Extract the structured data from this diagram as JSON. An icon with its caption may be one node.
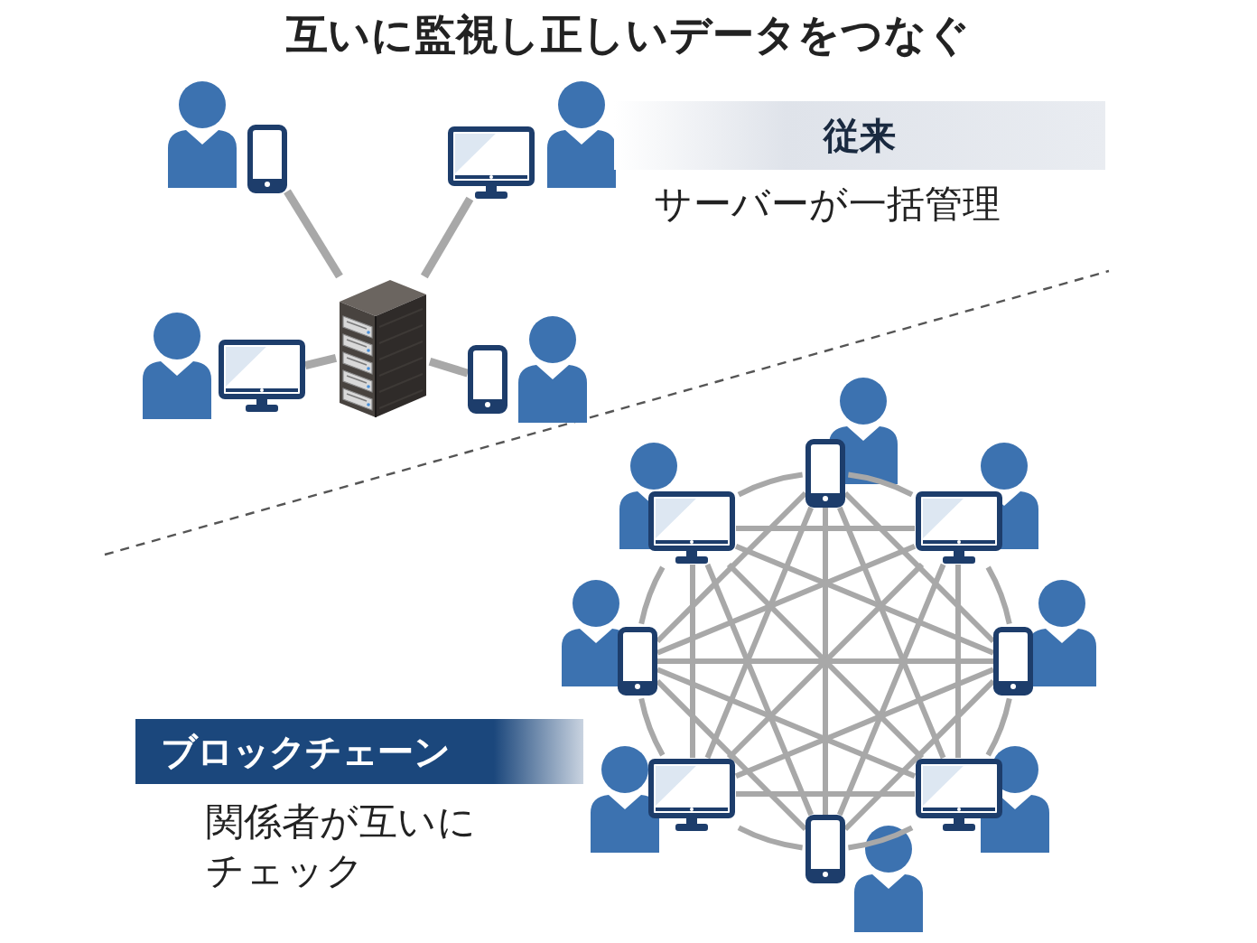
{
  "diagram": {
    "title": "互いに監視し正しいデータをつなぐ",
    "nodes": [
      {
        "text": [],
        "shape": "picture"
      },
      {
        "text": [],
        "shape": "picture"
      },
      {
        "text": [],
        "shape": "picture"
      },
      {
        "text": [],
        "shape": "picture"
      },
      {
        "text": [],
        "shape": "picture"
      },
      {
        "text": [
          "従来"
        ],
        "beside": [
          "サーバーが一括管理"
        ]
      },
      {
        "text": [],
        "shape": "picture"
      },
      {
        "text": [],
        "shape": "picture"
      },
      {
        "text": [],
        "shape": "picture"
      },
      {
        "text": [],
        "shape": "picture"
      },
      {
        "text": [],
        "shape": "picture"
      },
      {
        "text": [],
        "shape": "picture"
      },
      {
        "text": [],
        "shape": "picture"
      },
      {
        "text": [],
        "shape": "picture"
      },
      {
        "text": [
          "ブロックチェーン"
        ],
        "beside": [
          "関係者が互いにチェック"
        ]
      }
    ],
    "edges": [
      {
        "from": 0,
        "to": 1,
        "arrow": "none"
      },
      {
        "from": 0,
        "to": 2,
        "arrow": "none"
      },
      {
        "from": 0,
        "to": 3,
        "arrow": "none"
      },
      {
        "from": 0,
        "to": 4,
        "arrow": "none"
      },
      {
        "from": 6,
        "to": 7,
        "arrow": "none"
      },
      {
        "from": 6,
        "to": 8,
        "arrow": "none"
      },
      {
        "from": 6,
        "to": 9,
        "arrow": "none"
      },
      {
        "from": 6,
        "to": 10,
        "arrow": "none"
      },
      {
        "from": 6,
        "to": 11,
        "arrow": "none"
      },
      {
        "from": 6,
        "to": 12,
        "arrow": "none"
      },
      {
        "from": 6,
        "to": 13,
        "arrow": "none"
      },
      {
        "from": 7,
        "to": 8,
        "arrow": "none"
      },
      {
        "from": 7,
        "to": 9,
        "arrow": "none"
      },
      {
        "from": 7,
        "to": 10,
        "arrow": "none"
      },
      {
        "from": 7,
        "to": 11,
        "arrow": "none"
      },
      {
        "from": 7,
        "to": 12,
        "arrow": "none"
      },
      {
        "from": 7,
        "to": 13,
        "arrow": "none"
      },
      {
        "from": 8,
        "to": 9,
        "arrow": "none"
      },
      {
        "from": 8,
        "to": 10,
        "arrow": "none"
      },
      {
        "from": 8,
        "to": 11,
        "arrow": "none"
      },
      {
        "from": 8,
        "to": 12,
        "arrow": "none"
      },
      {
        "from": 8,
        "to": 13,
        "arrow": "none"
      },
      {
        "from": 9,
        "to": 10,
        "arrow": "none"
      },
      {
        "from": 9,
        "to": 11,
        "arrow": "none"
      },
      {
        "from": 9,
        "to": 12,
        "arrow": "none"
      },
      {
        "from": 9,
        "to": 13,
        "arrow": "none"
      },
      {
        "from": 10,
        "to": 11,
        "arrow": "none"
      },
      {
        "from": 10,
        "to": 12,
        "arrow": "none"
      },
      {
        "from": 10,
        "to": 13,
        "arrow": "none"
      },
      {
        "from": 11,
        "to": 12,
        "arrow": "none"
      },
      {
        "from": 11,
        "to": 13,
        "arrow": "none"
      },
      {
        "from": 12,
        "to": 13,
        "arrow": "none"
      }
    ]
  }
}
